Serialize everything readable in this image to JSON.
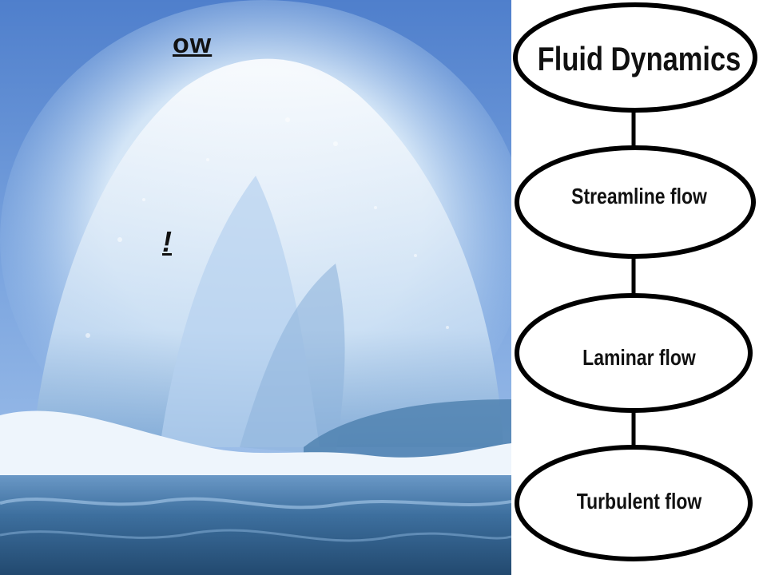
{
  "photo": {
    "description_icon": "ocean-wave-splash-image",
    "overlay_text_top": "ow",
    "overlay_text_mid": "!"
  },
  "diagram": {
    "root": "Fluid Dynamics",
    "nodes": [
      "Streamline flow",
      "Laminar flow",
      "Turbulent flow"
    ]
  },
  "colors": {
    "sky": "#5f8fd6",
    "spray": "#e8f2fb",
    "sea": "#2e5f8a",
    "outline": "#000000"
  }
}
